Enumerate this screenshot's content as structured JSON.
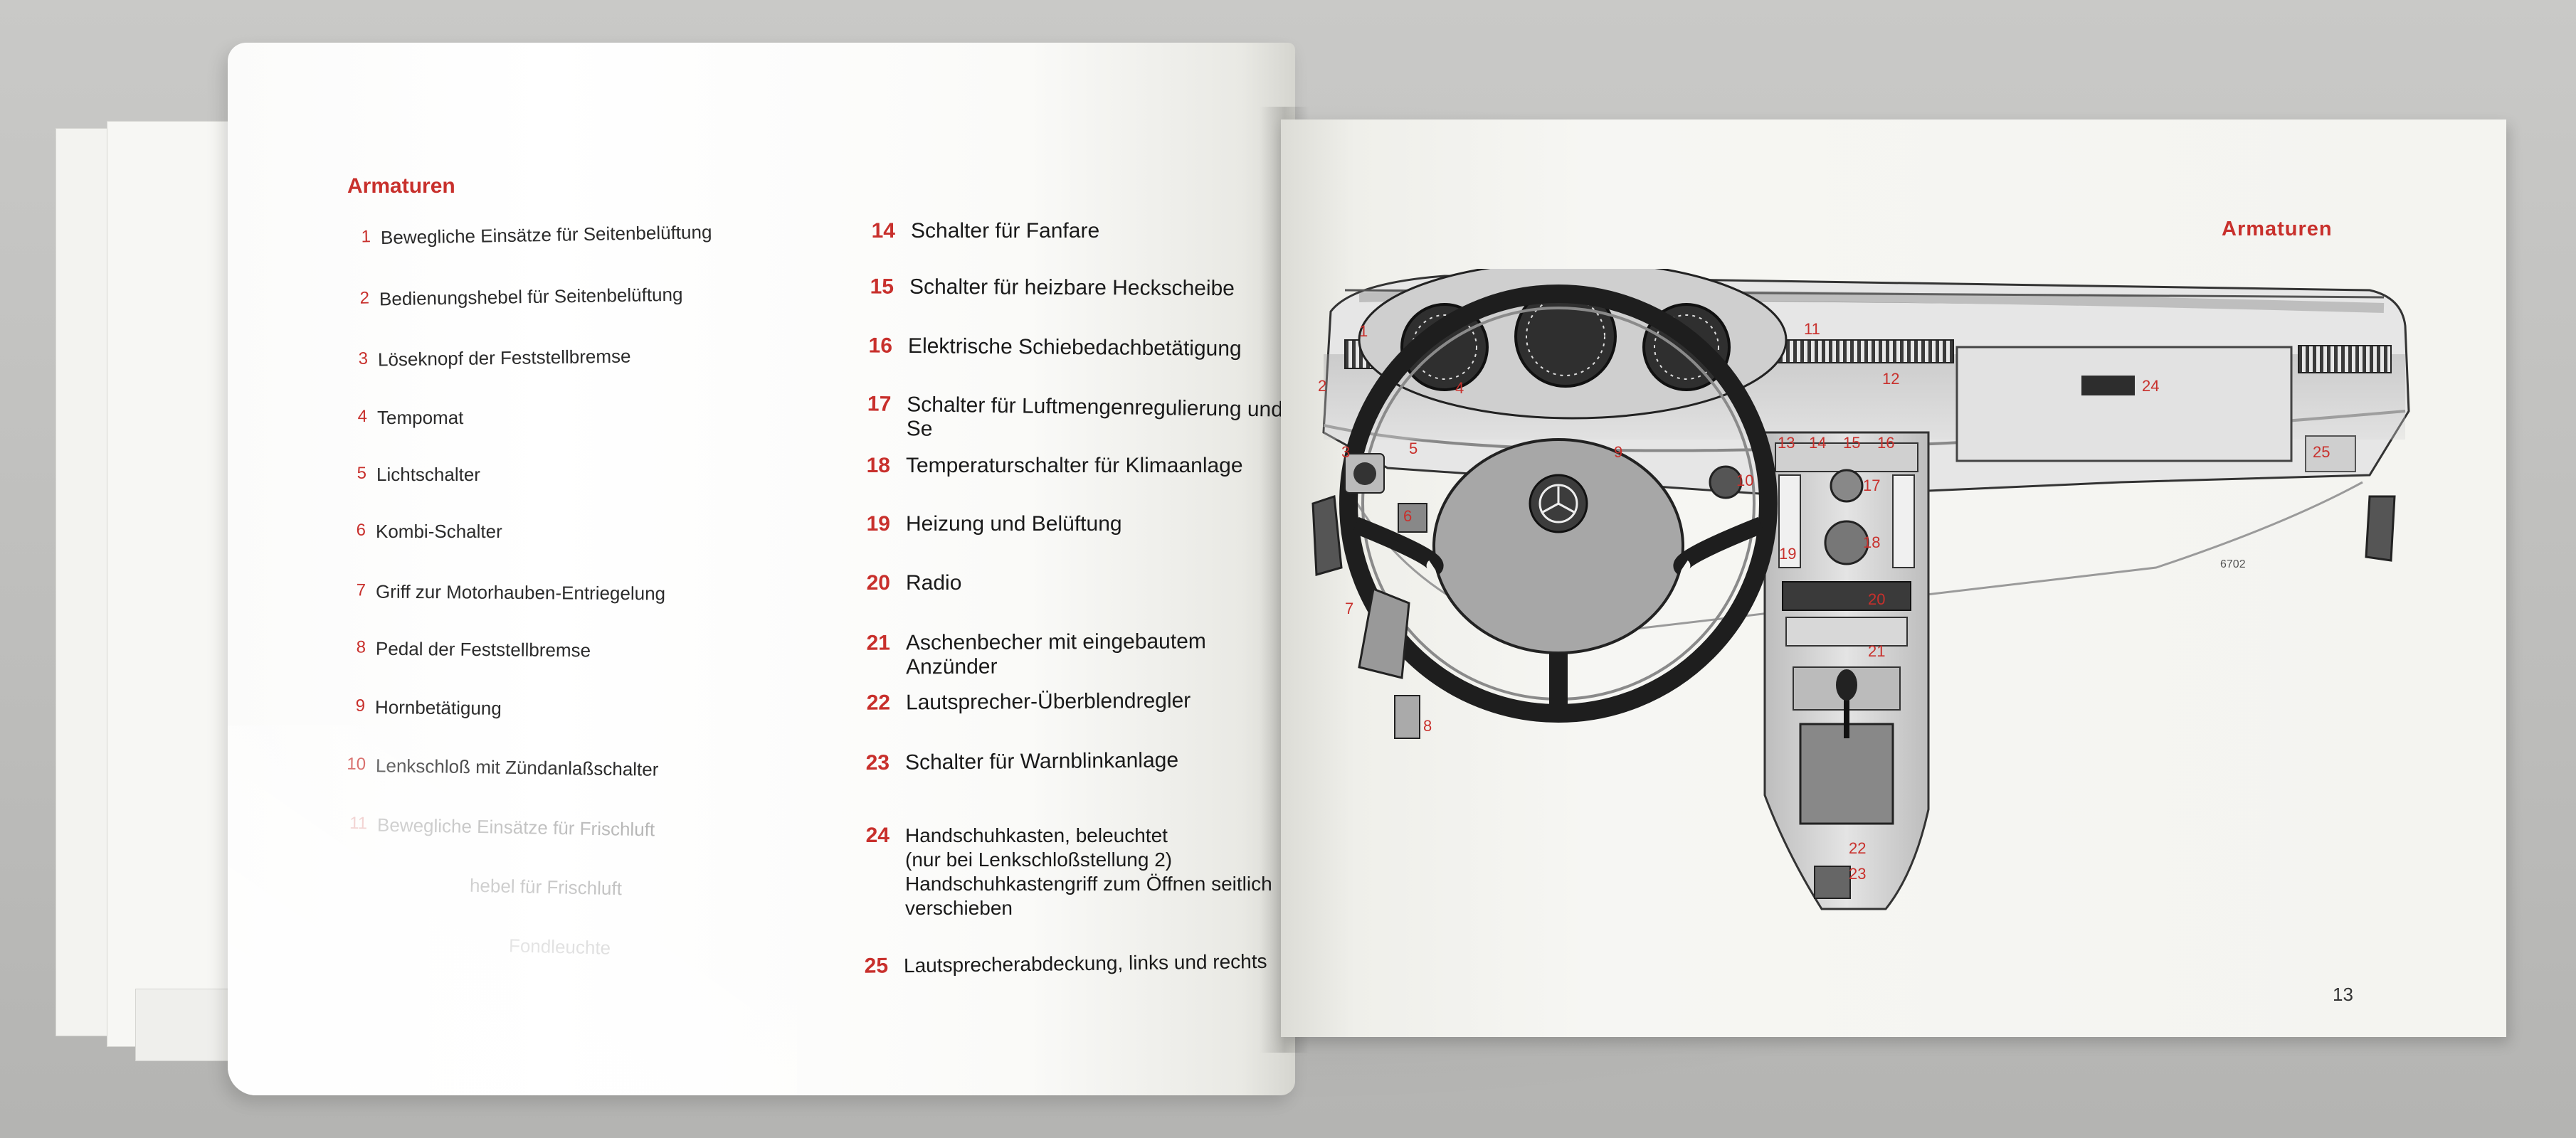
{
  "left_page": {
    "heading": "Armaturen",
    "items_col1": [
      {
        "num": "1",
        "text": "Bewegliche Einsätze für Seitenbelüftung"
      },
      {
        "num": "2",
        "text": "Bedienungshebel für Seitenbelüftung"
      },
      {
        "num": "3",
        "text": "Löseknopf der Feststellbremse"
      },
      {
        "num": "4",
        "text": "Tempomat"
      },
      {
        "num": "5",
        "text": "Lichtschalter"
      },
      {
        "num": "6",
        "text": "Kombi-Schalter"
      },
      {
        "num": "7",
        "text": "Griff zur Motorhauben-Entriegelung"
      },
      {
        "num": "8",
        "text": "Pedal der Feststellbremse"
      },
      {
        "num": "9",
        "text": "Hornbetätigung"
      },
      {
        "num": "10",
        "text": "Lenkschloß mit Zündanlaßschalter"
      },
      {
        "num": "11",
        "text": "Bewegliche Einsätze für Frischluft"
      },
      {
        "num": "",
        "text": "hebel für Frischluft"
      },
      {
        "num": "",
        "text": "Fondleuchte"
      }
    ],
    "items_col2": [
      {
        "num": "14",
        "text": "Schalter für Fanfare"
      },
      {
        "num": "15",
        "text": "Schalter für heizbare Heckscheibe"
      },
      {
        "num": "16",
        "text": "Elektrische Schiebedachbetätigung"
      },
      {
        "num": "17",
        "text": "Schalter für Luftmengenregulierung und Se"
      },
      {
        "num": "18",
        "text": "Temperaturschalter für Klimaanlage"
      },
      {
        "num": "19",
        "text": "Heizung und Belüftung"
      },
      {
        "num": "20",
        "text": "Radio"
      },
      {
        "num": "21",
        "text": "Aschenbecher mit eingebautem Anzünder"
      },
      {
        "num": "22",
        "text": "Lautsprecher-Überblendregler"
      },
      {
        "num": "23",
        "text": "Schalter für Warnblinkanlage"
      },
      {
        "num": "24",
        "text": "Handschuhkasten, beleuchtet\n(nur bei Lenkschloßstellung 2)\nHandschuhkastengriff zum Öffnen seitlich\nverschieben"
      },
      {
        "num": "25",
        "text": "Lautsprecherabdeckung, links und rechts"
      }
    ]
  },
  "right_page": {
    "heading": "Armaturen",
    "page_number": "13",
    "figure_code": "6702",
    "callouts": [
      "1",
      "2",
      "3",
      "4",
      "5",
      "6",
      "7",
      "8",
      "9",
      "10",
      "11",
      "12",
      "13",
      "14",
      "15",
      "16",
      "17",
      "18",
      "19",
      "20",
      "21",
      "22",
      "23",
      "24",
      "25"
    ]
  },
  "colors": {
    "accent_red": "#c8302c",
    "paper": "#ffffff",
    "background": "#c4c4c2",
    "text": "#1a1a1a"
  }
}
